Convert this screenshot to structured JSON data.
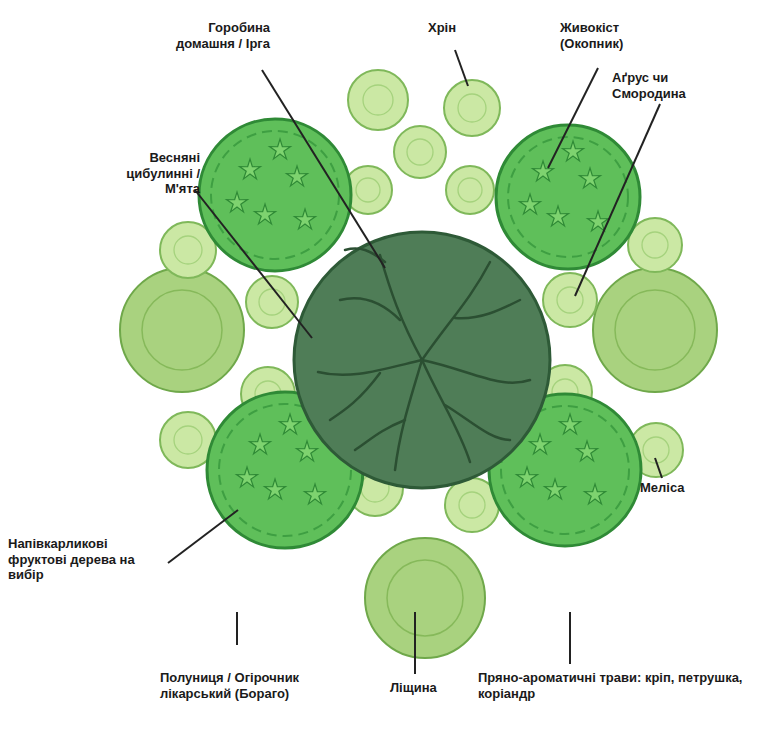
{
  "diagram": {
    "labels": [
      "Горобина домашня / Ірга",
      "Хрін",
      "Живокіст (Окопник)",
      "Весняні цибулинні / М'ята",
      "Аґрус чи Смородина",
      "Меліса",
      "Напівкарликові фруктові дерева на вибір",
      "Полуниця / Огірочник лікарський (Бораго)",
      "Ліщина",
      "Пряно-ароматичні трави: кріп, петрушка, коріандр"
    ]
  }
}
